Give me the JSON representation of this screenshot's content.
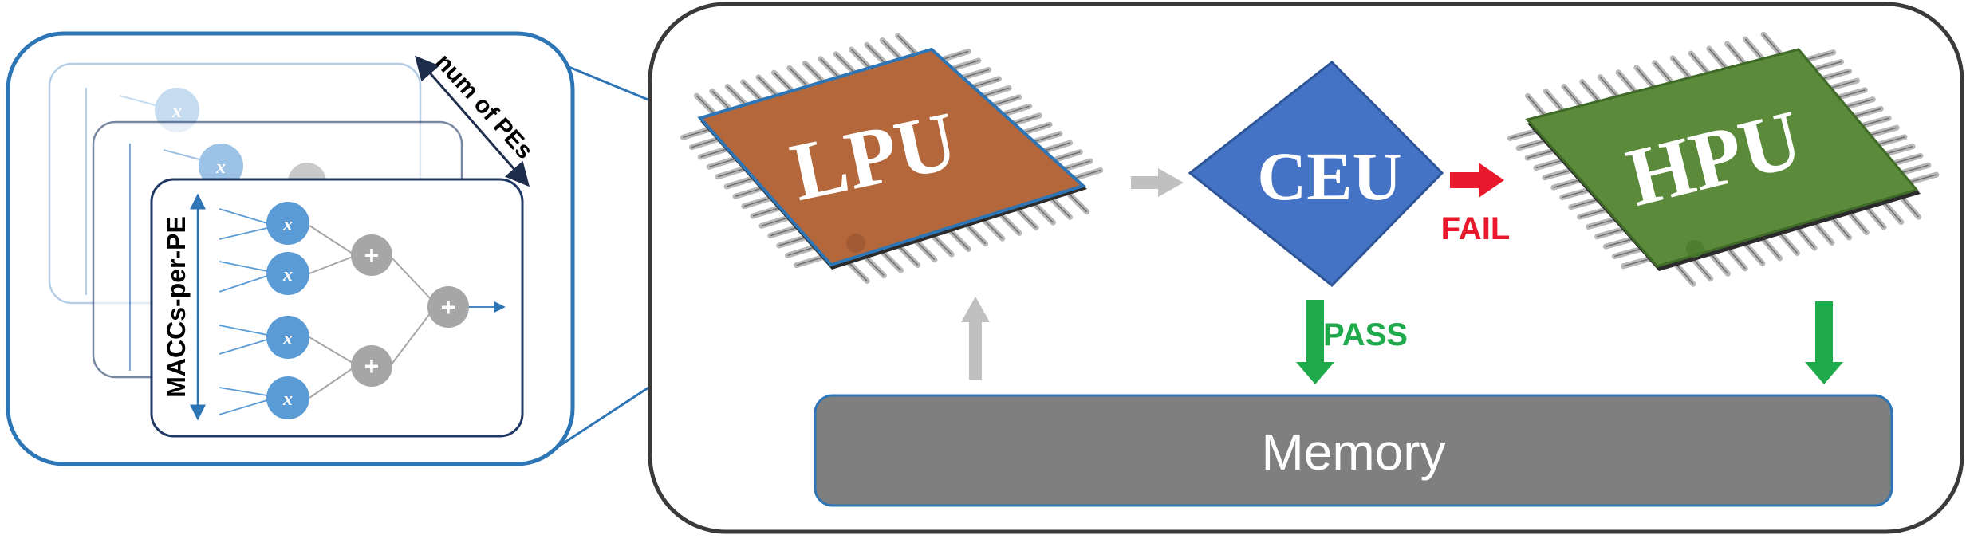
{
  "zoom_panel": {
    "num_pes_label": "num of PEs",
    "maccs_label": "MACCs-per-PE",
    "mult_symbol": "x",
    "add_symbol": "+"
  },
  "system": {
    "lpu_label": "LPU",
    "ceu_label": "CEU",
    "hpu_label": "HPU",
    "memory_label": "Memory",
    "fail_label": "FAIL",
    "pass_label": "PASS"
  },
  "colors": {
    "lpu": "#b3673a",
    "ceu": "#4472c4",
    "hpu": "#5a8a3a",
    "memory": "#7f7f7f",
    "fail": "#e8192c",
    "pass": "#1faa4b",
    "gray_arrow": "#c0c0c0",
    "zoom_border": "#2e75b6",
    "node_mult": "#5b9bd5",
    "node_add": "#a6a6a6"
  }
}
